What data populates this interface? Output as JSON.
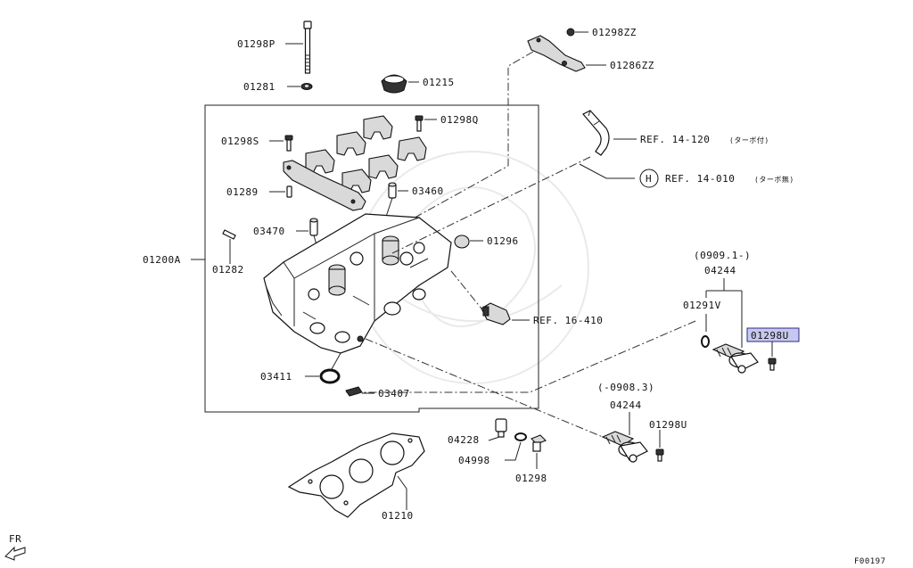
{
  "labels": {
    "p01298P": "01298P",
    "p01281": "01281",
    "p01215": "01215",
    "p01298ZZ": "01298ZZ",
    "p01286ZZ": "01286ZZ",
    "p01298Q": "01298Q",
    "p01298S": "01298S",
    "ref14_120": "REF. 14-120",
    "ref14_120_note": "(ターボ付)",
    "ref14_010_circle": "H",
    "ref14_010": "REF. 14-010",
    "ref14_010_note": "(ターボ無)",
    "p01289": "01289",
    "p03460": "03460",
    "p03470": "03470",
    "p01296": "01296",
    "p01200A": "01200A",
    "p01282": "01282",
    "date_new": "(0909.1-)",
    "p04244_top": "04244",
    "p01291V": "01291V",
    "ref16_410": "REF. 16-410",
    "p01298U_hl": "01298U",
    "p03411": "03411",
    "p03407": "03407",
    "date_old": "(-0908.3)",
    "p04244_bot": "04244",
    "p01298U": "01298U",
    "p04228": "04228",
    "p04998": "04998",
    "p01298": "01298",
    "p01210": "01210",
    "fr": "FR",
    "figure_code": "F00197"
  },
  "colors": {
    "highlight_fill": "#c8c8ee",
    "highlight_border": "#2a2a8a",
    "ink": "#111111"
  }
}
